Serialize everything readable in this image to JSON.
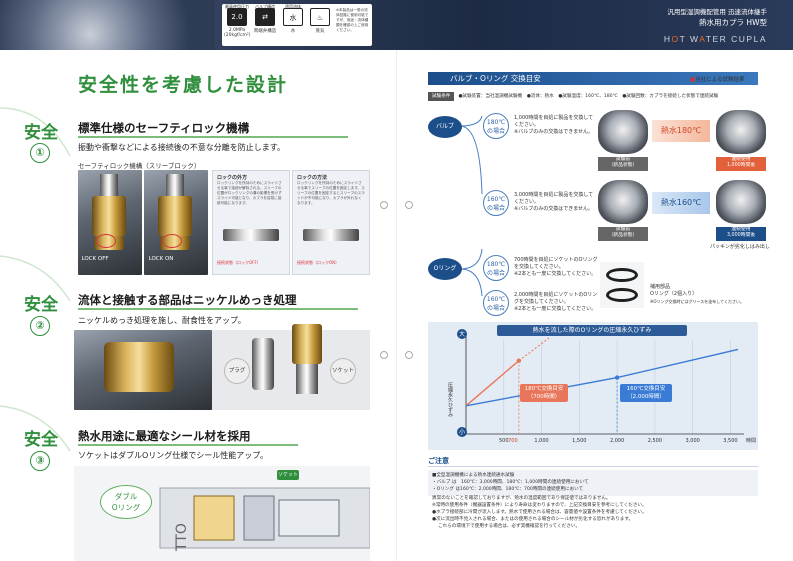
{
  "header": {
    "icons": [
      {
        "top": "最高使用圧力",
        "glyph": "2.0",
        "label": "2.0MPa (20kgf/cm²)",
        "icon": "pressure-gauge-icon"
      },
      {
        "top": "バルブ構造",
        "glyph": "⇄",
        "label": "両端弁構造",
        "icon": "valve-icon"
      },
      {
        "top": "適用流体",
        "glyph": "水",
        "label": "水",
        "icon": "water-tap-icon"
      },
      {
        "top": "",
        "glyph": "♨",
        "label": "蒸気",
        "icon": "steam-icon"
      }
    ],
    "icon_note": "※本製品は一般の流体回路に使用可能ですが、用途・流体種類を確認の上ご使用ください。",
    "line1": "汎用型湿調機配管用 迅速流体継手",
    "line2": "熱水用カプラ HW型",
    "line3_pre": "H",
    "line3_o": "O",
    "line3_mid": "T W",
    "line3_a": "A",
    "line3_post": "TER CUPLA"
  },
  "left": {
    "title": "安全性を考慮した設計",
    "sections": [
      {
        "anzen": "安全",
        "num": "①",
        "heading": "標準仕様のセーフティロック機構",
        "text": "振動や衝撃などによる接続後の不意な分離を防止します。"
      },
      {
        "anzen": "安全",
        "num": "②",
        "heading": "流体と接触する部品はニッケルめっき処理",
        "text": "ニッケルめっき処理を施し、耐食性をアップ。"
      },
      {
        "anzen": "安全",
        "num": "③",
        "heading": "熱水用途に最適なシール材を採用",
        "text": "ソケットはダブルOリング仕様でシール性能アップ。"
      }
    ],
    "sub": "セーフティロック機構（スリーブロック）",
    "lock_off": "LOCK OFF",
    "lock_on": "LOCK ON",
    "diag1_title": "ロックの外方",
    "diag1_text": "ロックリングを所持のためにスライドさせる事で接続が解除される。スリーブの位置がロックリングの溝の影響を受けずスライド可能となり、カプラを容易に接続可能になります。",
    "diag1_cap": "接続状態（ロックOFF）",
    "diag2_title": "ロックの方法",
    "diag2_text": "ロックリングを所持のためにスライドさせる事でスリーブの位置を固定します。スリーブの位置を固定するとスリーブのスライドが不可能になり、カプラが外れなくなります。",
    "diag2_cap": "接続状態（ロックON）",
    "plug": "プラグ",
    "socket": "ソケット",
    "double_oring": "ダブル\nOリング",
    "socket_tag": "ソケット",
    "stamp": "TTO"
  },
  "right": {
    "title": "バルブ・Oリング 交換目安",
    "note_mark": "■",
    "note": "当社による試験結果",
    "cond_key": "試験条件",
    "cond": "●試験装置：当社湿調機試験機　●流体：熱水　●試験温度：160℃、180℃　●試験回数：カプラを接続した状態で連続試験",
    "valve_label": "バルブ",
    "oring_label": "Oリング",
    "t180a": "180℃\nの場合",
    "t160a": "160℃\nの場合",
    "t180b": "180℃\nの場合",
    "t160b": "160℃\nの場合",
    "v180_desc": "1,000時間を目処に製品を交換してください。\n※バルブのみの交換はできません。",
    "v160_desc": "3,000時間を目処に製品を交換してください。\n※バルブのみの交換はできません。",
    "o180_desc": "700時間を目処にソケットのOリングを交換してください。\n※2本とも一度に交換してください。",
    "o160_desc": "2,000時間を目処にソケットのOリングを交換してください。\n※2本とも一度に交換してください。",
    "before1": "試験前\n（新品状態）",
    "before2": "試験前\n（新品状態）",
    "hot180": "熱水180℃",
    "hot160": "熱水160℃",
    "after180": "連続使用\n1,000時間後",
    "after160": "連続使用\n3,000時間後",
    "packing_note": "パッキンが劣化しはみ出し",
    "spare_title": "補用部品",
    "spare_name": "Oリング（2個入り）",
    "spare_note": "※Oリング交換時にはグリースを塗布してください。",
    "graph_title": "熱水を流した際のOリングの圧縮永久ひずみ",
    "y_axis": "圧縮永久ひずみ",
    "y_top": "大",
    "y_bottom": "小",
    "x_unit": "時間",
    "box180": "180℃交換目安\n（700時間）",
    "box160": "160℃交換目安\n（2,000時間）",
    "care_title": "ご注意",
    "care_lines": [
      "■全型湿調機機による熱水連続通水試験",
      "・バルブ は　160℃：3,000時間、180℃：1,000時間の連続使用において",
      "・Oリング は160℃：2,000時間、180℃：700時間の連続使用において",
      "異常のないことを確認しておりますが、熱水の温度範囲であり保証値ではありません。",
      "※常時の使用条件（機器設置条件）により寿命は変わりますので、上記交換目安を参考にしてください。",
      "●ホプラ接続部に冷間が流入します。熱水で使用される場合は、容量値や設置条件を考慮してください。",
      "●次に流出時不見入される場合、またはの使用される場合のシール材が劣化する恐れがあります。",
      "これらの環境下で使用する場合は、必ず実機確認を行ってください。"
    ]
  },
  "chart_data": {
    "type": "line",
    "title": "熱水を流した際のOリングの圧縮永久ひずみ",
    "xlabel": "時間",
    "ylabel": "圧縮永久ひずみ",
    "xticks": [
      "700",
      "500",
      "1,000",
      "1,500",
      "2,000",
      "2,500",
      "3,000",
      "3,500"
    ],
    "xlim": [
      0,
      3600
    ],
    "series": [
      {
        "name": "180℃",
        "color": "#e8765a",
        "x": [
          0,
          700
        ],
        "y": [
          0.3,
          0.78
        ]
      },
      {
        "name": "160℃",
        "color": "#3a7bd5",
        "x": [
          0,
          2000,
          3600
        ],
        "y": [
          0.3,
          0.6,
          0.9
        ]
      }
    ],
    "markers": [
      {
        "x": 700,
        "label": "180℃交換目安（700時間）"
      },
      {
        "x": 2000,
        "label": "160℃交換目安（2,000時間）"
      }
    ]
  }
}
